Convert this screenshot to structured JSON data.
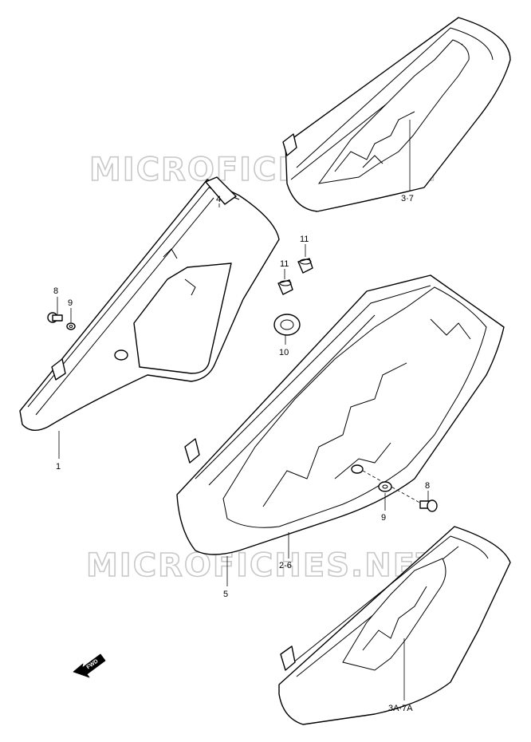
{
  "watermark": {
    "top": "MICROFICHES.NET",
    "bottom": "MICROFICHES.NET"
  },
  "callouts": {
    "c_3_7": "3·7",
    "c_4": "4",
    "c_11a": "11",
    "c_11b": "11",
    "c_8a": "8",
    "c_9a": "9",
    "c_10": "10",
    "c_1": "1",
    "c_8b": "8",
    "c_9b": "9",
    "c_2_6": "2·6",
    "c_5": "5",
    "c_3a_7a": "3A·7A"
  },
  "fwd_arrow": {
    "label": "FWD",
    "icon": "forward-arrow-icon"
  }
}
